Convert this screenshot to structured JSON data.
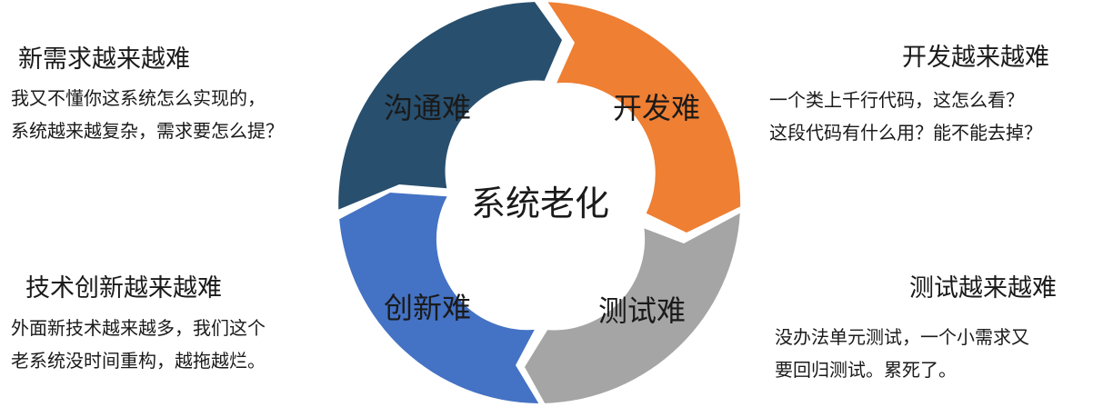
{
  "center": "系统老化",
  "segments": [
    {
      "label": "沟通难",
      "color": "#284F6E"
    },
    {
      "label": "开发难",
      "color": "#EE7F33"
    },
    {
      "label": "测试难",
      "color": "#A5A5A5"
    },
    {
      "label": "创新难",
      "color": "#4472C4"
    }
  ],
  "panels": {
    "top_left": {
      "heading": "新需求越来越难",
      "lines": [
        "我又不懂你这系统怎么实现的，",
        "系统越来越复杂，需求要怎么提？"
      ]
    },
    "top_right": {
      "heading": "开发越来越难",
      "lines": [
        "一个类上千行代码，这怎么看？",
        "这段代码有什么用？能不能去掉？"
      ]
    },
    "bottom_left": {
      "heading": "技术创新越来越难",
      "lines": [
        "外面新技术越来越多，我们这个",
        "老系统没时间重构，越拖越烂。"
      ]
    },
    "bottom_right": {
      "heading": "测试越来越难",
      "lines": [
        "没办法单元测试，一个小需求又",
        "要回归测试。累死了。"
      ]
    }
  }
}
